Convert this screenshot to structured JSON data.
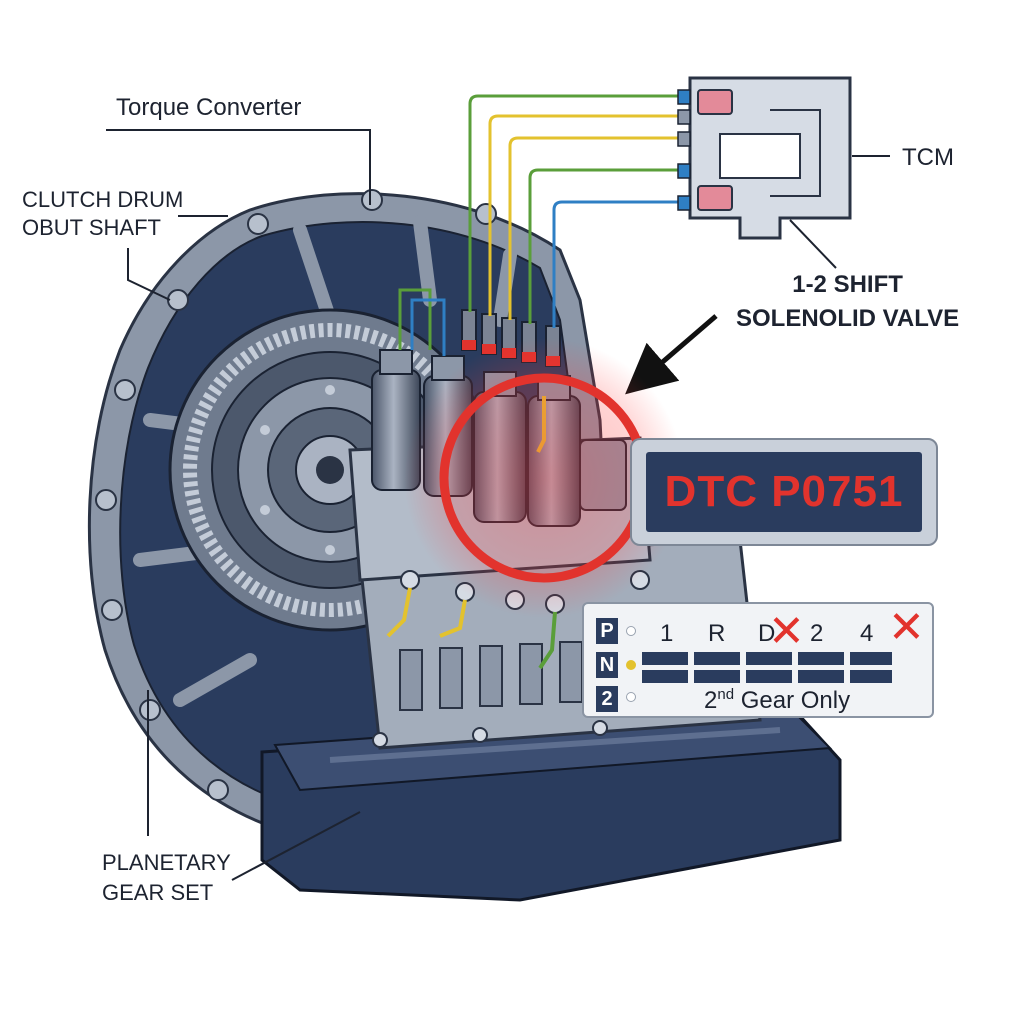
{
  "labels": {
    "torque_converter": "Torque Converter",
    "clutch_drum": "CLUTCH DRUM",
    "output_shaft": "OBUT SHAFT",
    "tcm": "TCM",
    "solenoid_line1": "1-2 SHIFT",
    "solenoid_line2": "SOLENOLID VALVE",
    "planetary_line1": "PLANETARY",
    "planetary_line2": "GEAR SET"
  },
  "dtc": {
    "code": "DTC P0751"
  },
  "gear_panel": {
    "park_letters": [
      "P",
      "N",
      "2"
    ],
    "positions": [
      "1",
      "R",
      "D",
      "2",
      "4"
    ],
    "note_ordinal": "2",
    "note_suffix": "nd",
    "note_text": " Gear Only",
    "crossed_positions": [
      "D",
      "4"
    ]
  },
  "colors": {
    "housing": "#2a3c5e",
    "casing": "#8c97a8",
    "alert_red": "#e2332d",
    "wire_green": "#5a9e3a",
    "wire_yellow": "#e3c22e",
    "wire_blue": "#2f7fc4"
  }
}
